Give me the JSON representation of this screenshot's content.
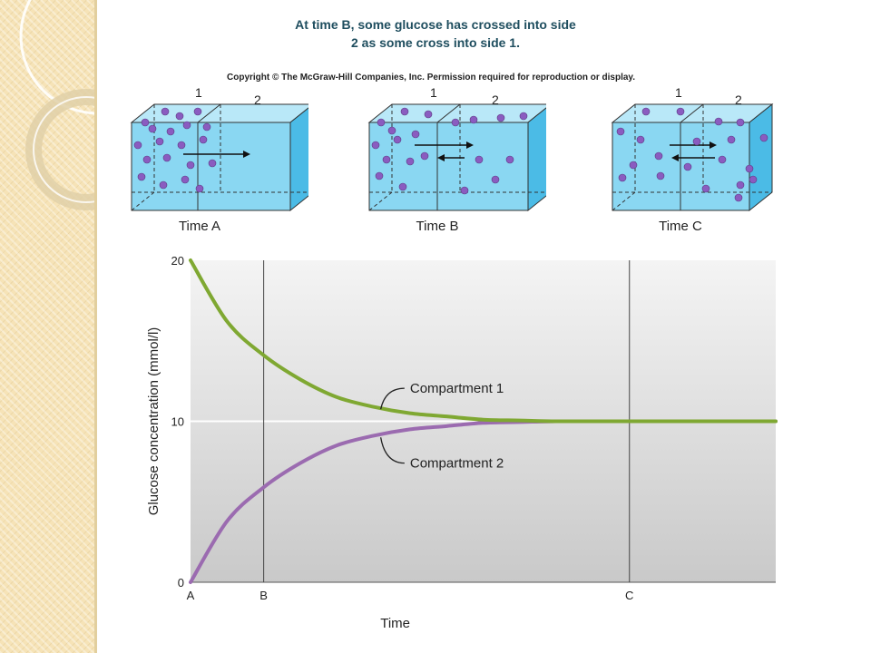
{
  "caption": {
    "line1": "At time B, some glucose has crossed into side",
    "line2": "2 as some cross into side 1."
  },
  "copyright": "Copyright © The McGraw-Hill Companies, Inc. Permission required for reproduction or display.",
  "panels": [
    {
      "label": "Time A",
      "side1": "1",
      "side2": "2"
    },
    {
      "label": "Time B",
      "side1": "1",
      "side2": "2"
    },
    {
      "label": "Time C",
      "side1": "1",
      "side2": "2"
    }
  ],
  "colors": {
    "compartment1": "#7fa832",
    "compartment2": "#9b6bb0",
    "water": "#7fd1f0",
    "molecule": "#8a5cc0"
  },
  "chart_data": {
    "type": "line",
    "xlabel": "Time",
    "ylabel": "Glucose concentration (mmol/l)",
    "ylim": [
      0,
      20
    ],
    "yticks": [
      0,
      10,
      20
    ],
    "xticks": [
      "A",
      "B",
      "C"
    ],
    "xlim": [
      0,
      16
    ],
    "tick_positions": [
      0,
      2,
      12
    ],
    "reference_lines": [
      "B",
      "C"
    ],
    "series": [
      {
        "name": "Compartment 1",
        "x": [
          0,
          1,
          2,
          3,
          4,
          5,
          6,
          7,
          8,
          9,
          10,
          11,
          12,
          13,
          14,
          15,
          16
        ],
        "y": [
          20,
          16.2,
          14.1,
          12.6,
          11.5,
          10.9,
          10.5,
          10.3,
          10.1,
          10.05,
          10.0,
          10.0,
          10.0,
          10.0,
          10.0,
          10.0,
          10.0
        ]
      },
      {
        "name": "Compartment 2",
        "x": [
          0,
          1,
          2,
          3,
          4,
          5,
          6,
          7,
          8,
          9,
          10,
          11,
          12,
          13,
          14,
          15,
          16
        ],
        "y": [
          0,
          3.8,
          5.9,
          7.4,
          8.5,
          9.1,
          9.5,
          9.7,
          9.9,
          9.95,
          10.0,
          10.0,
          10.0,
          10.0,
          10.0,
          10.0,
          10.0
        ]
      }
    ]
  }
}
